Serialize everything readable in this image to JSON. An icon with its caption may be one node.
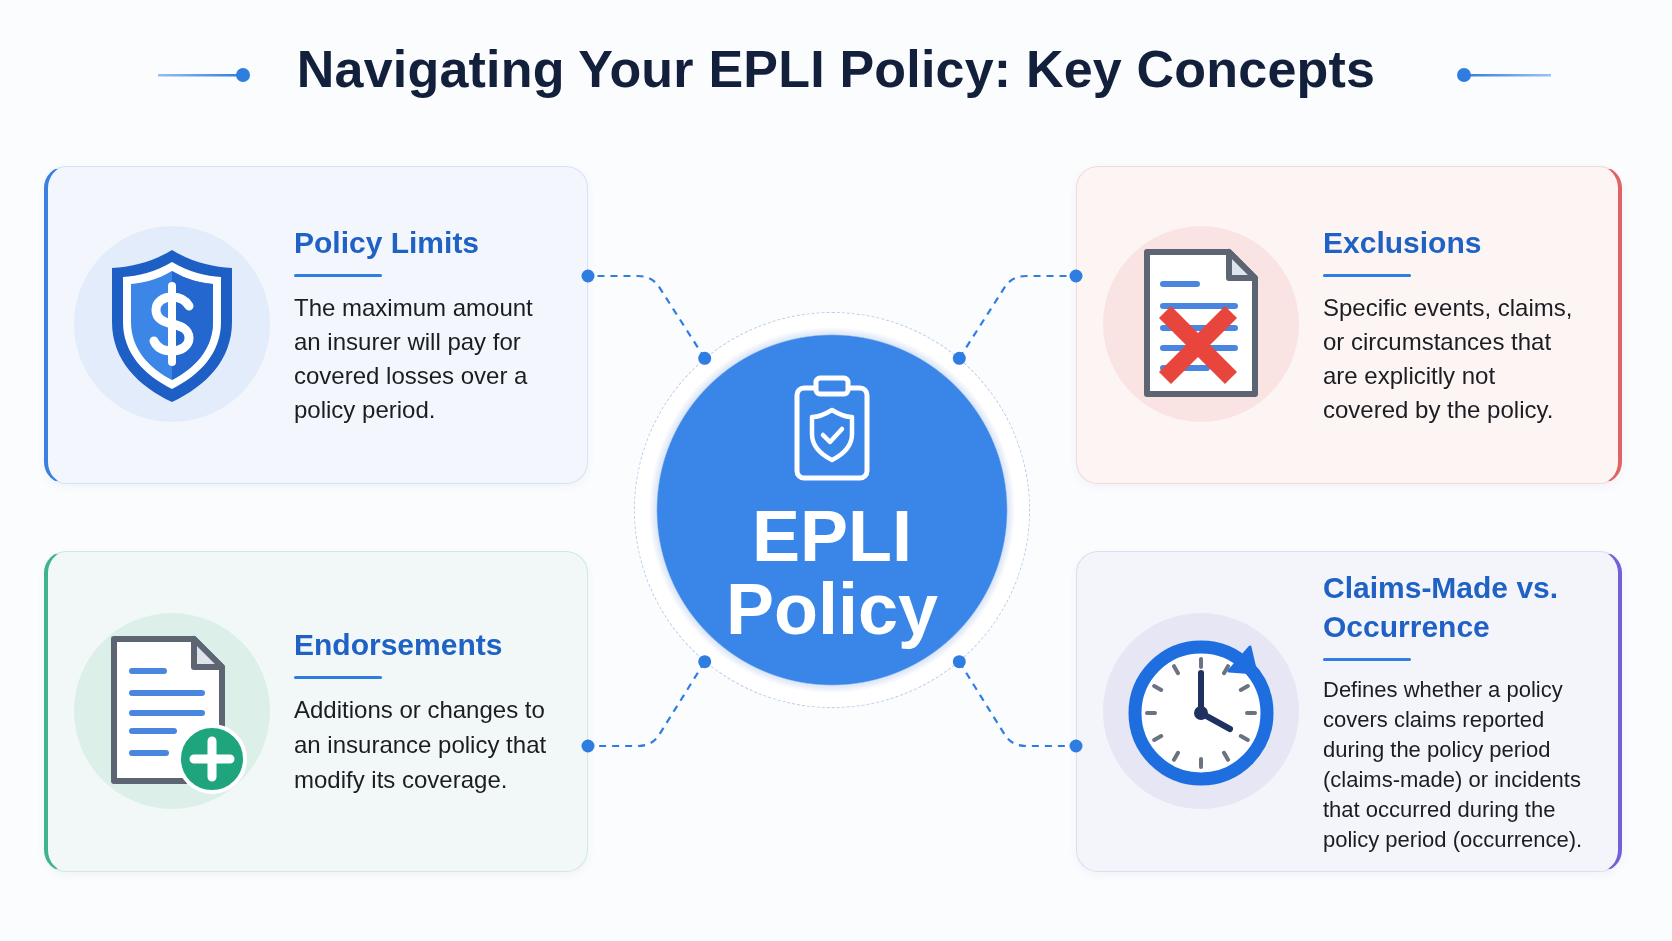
{
  "diagram": {
    "title": "Navigating Your EPLI Policy: Key Concepts",
    "nodes": [
      {
        "text": [
          "Policy Limits",
          "The maximum amount an insurer will pay for covered losses over a policy period."
        ]
      },
      {
        "text": [
          "Exclusions",
          "Specific events, claims, or circumstances that are explicitly not covered by the policy."
        ]
      },
      {
        "text": [
          "EPLI Policy"
        ]
      },
      {
        "text": [
          "Endorsements",
          "Additions or changes to an insurance policy that modify its coverage."
        ]
      },
      {
        "text": [
          "Claims-Made vs. Occurrence",
          "Defines whether a policy covers claims reported during the policy period (claims-made) or incidents that occurred during the policy period (occurrence)."
        ]
      }
    ],
    "edges": [
      {
        "from": 2,
        "to": 0,
        "arrow": "other",
        "style": "dashed"
      },
      {
        "from": 2,
        "to": 1,
        "arrow": "other",
        "style": "dashed"
      },
      {
        "from": 2,
        "to": 3,
        "arrow": "other",
        "style": "dashed"
      },
      {
        "from": 2,
        "to": 4,
        "arrow": "other",
        "style": "dashed"
      }
    ]
  }
}
